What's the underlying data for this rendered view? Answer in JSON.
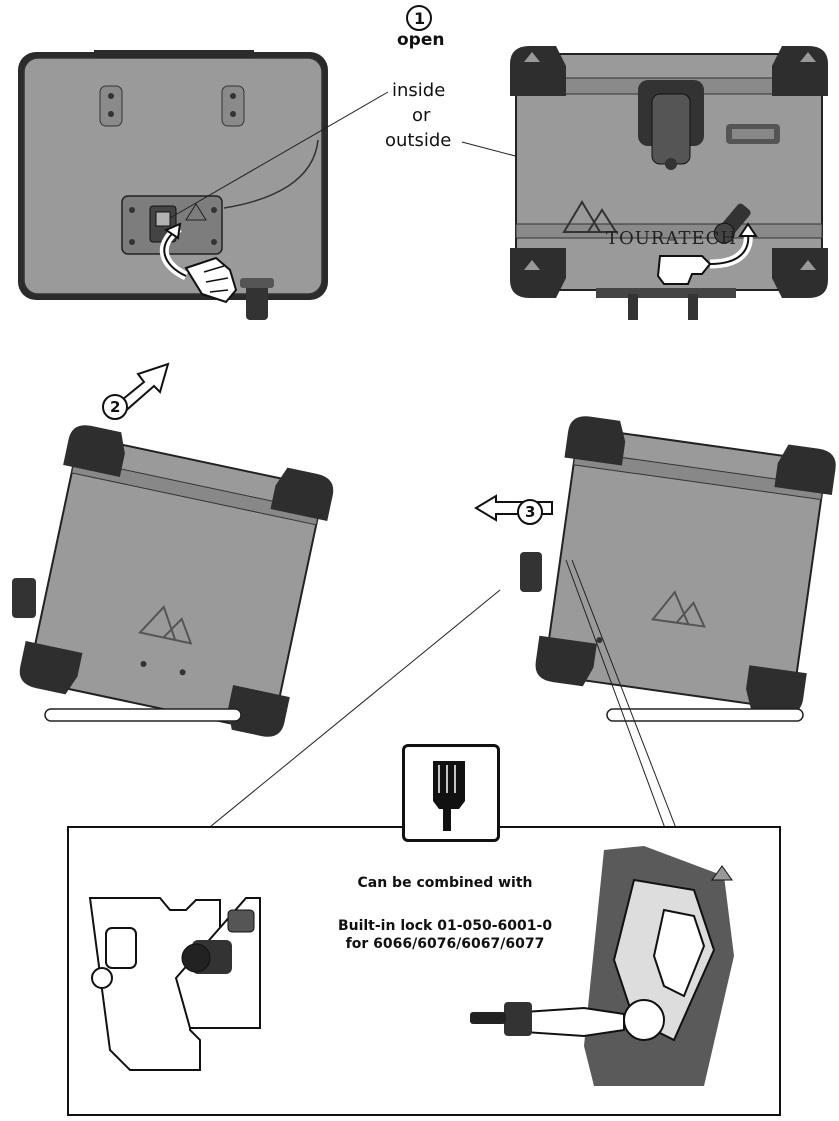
{
  "step1": {
    "number": "1",
    "label": "open"
  },
  "callout": {
    "line1": "inside",
    "line2": "or",
    "line3": "outside"
  },
  "step2": {
    "number": "2"
  },
  "step3": {
    "number": "3"
  },
  "brand": {
    "name": "TOURATECH"
  },
  "note": {
    "icon": "pointing-hand-icon",
    "heading": "Can be combined with",
    "line1": "Built-in lock 01-050-6001-0",
    "line2": "for 6066/6076/6067/6077"
  }
}
